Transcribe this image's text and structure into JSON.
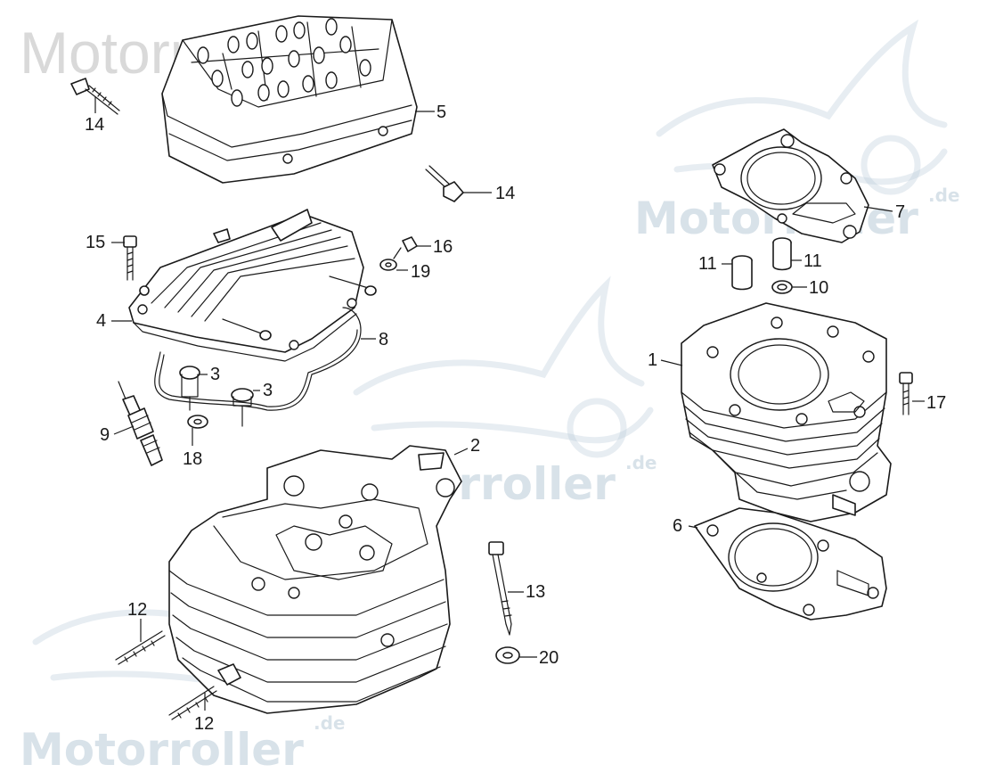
{
  "watermark": {
    "brand": "Motorroller",
    "tld": ".de",
    "top_text": "Motorroller.de"
  },
  "labels": {
    "l1": "1",
    "l2": "2",
    "l3a": "3",
    "l3b": "3",
    "l4": "4",
    "l5": "5",
    "l6": "6",
    "l7": "7",
    "l8": "8",
    "l9": "9",
    "l10": "10",
    "l11a": "11",
    "l11b": "11",
    "l12a": "12",
    "l12b": "12",
    "l13": "13",
    "l14a": "14",
    "l14b": "14",
    "l15": "15",
    "l16": "16",
    "l17": "17",
    "l18": "18",
    "l19": "19",
    "l20": "20"
  },
  "colors": {
    "line": "#1a1a1a",
    "watermark": "#a9bfd0",
    "background": "#ffffff"
  }
}
